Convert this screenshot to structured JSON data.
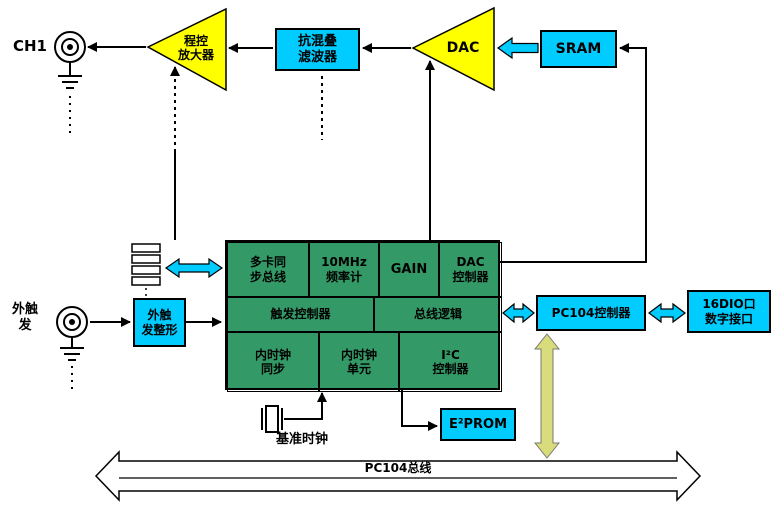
{
  "colors": {
    "cyan": "#00CCFF",
    "yellow": "#FFFF00",
    "green": "#339966",
    "sync_arrow": "#D8DC7A",
    "bus_fill": "#FFFFFF"
  },
  "labels": {
    "ch1": "CH1",
    "ext_trigger": "外触\n发",
    "amp": "程控\n放大器",
    "filter": "抗混叠\n滤波器",
    "dac": "DAC",
    "sram": "SRAM",
    "trigger_shaper": "外触\n发整形",
    "pc104_controller": "PC104控制器",
    "dio": "16DIO口\n数字接口",
    "eeprom": "E²PROM",
    "ref_clock": "基准时钟",
    "pc104_bus": "PC104总线"
  },
  "fpga": {
    "multi_card_sync": "多卡同\n步总线",
    "freq_counter": "10MHz\n频率计",
    "gain": "GAIN",
    "dac_controller": "DAC\n控制器",
    "trigger_controller": "触发控制器",
    "bus_logic": "总线逻辑",
    "int_clock_sync": "内时钟\n同步",
    "int_clock_unit": "内时钟\n单元",
    "i2c_controller": "I²C\n控制器"
  }
}
